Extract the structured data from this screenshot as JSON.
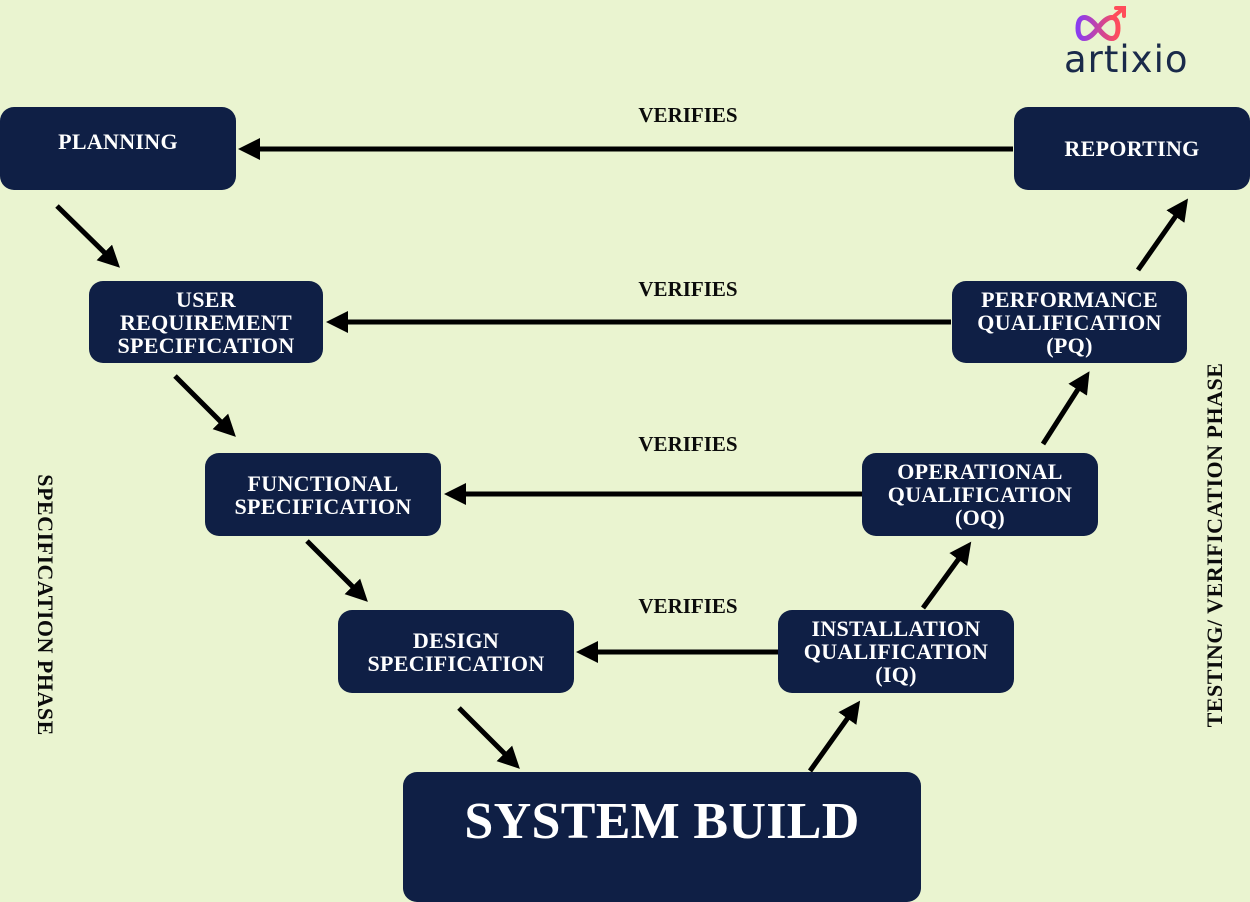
{
  "logo": {
    "text": "artixio",
    "icon": "infinity-arrow-icon"
  },
  "phases": {
    "left": "SPECIFICATION PHASE",
    "right": "TESTING/ VERIFICATION PHASE"
  },
  "boxes": {
    "planning": "PLANNING",
    "reporting": "REPORTING",
    "urs": "USER\nREQUIREMENT\nSPECIFICATION",
    "pq": "PERFORMANCE\nQUALIFICATION\n(PQ)",
    "fs": "FUNCTIONAL\nSPECIFICATION",
    "oq": "OPERATIONAL\nQUALIFICATION\n(OQ)",
    "ds": "DESIGN\nSPECIFICATION",
    "iq": "INSTALLATION\nQUALIFICATION\n(IQ)",
    "system_build": "SYSTEM BUILD"
  },
  "links": {
    "verifies_1": "VERIFIES",
    "verifies_2": "VERIFIES",
    "verifies_3": "VERIFIES",
    "verifies_4": "VERIFIES"
  },
  "colors": {
    "background": "#eaf4d0",
    "box": "#0f1f45",
    "box_text": "#ffffff",
    "arrow": "#000000",
    "logo_gradient_start": "#8a3cf0",
    "logo_gradient_end": "#ff4d5a"
  }
}
